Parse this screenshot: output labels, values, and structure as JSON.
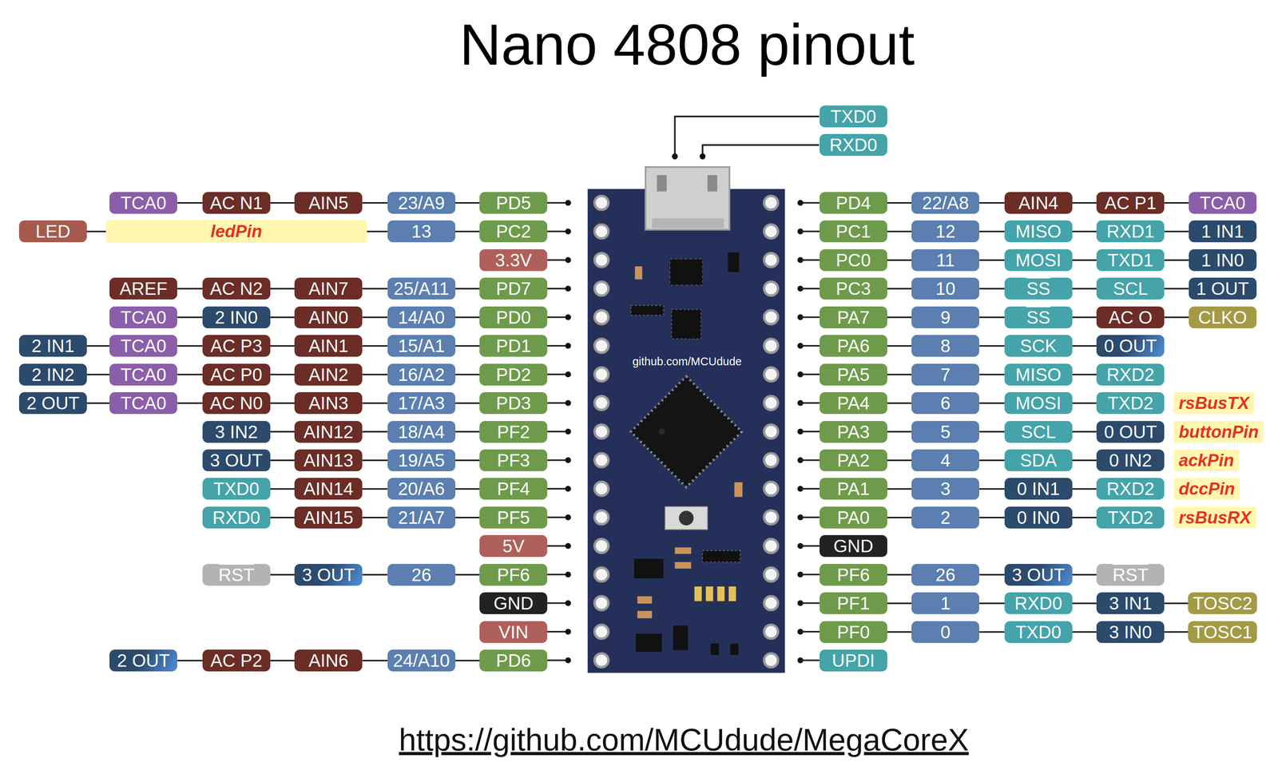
{
  "diagram": {
    "title": "Nano 4808 pinout",
    "caption": "https://github.com/MCUdude/MegaCoreX",
    "nodes": [
      {
        "text": [
          "TXD0"
        ]
      },
      {
        "text": [
          "RXD0"
        ]
      },
      {
        "text": [
          "TCA0"
        ]
      },
      {
        "text": [
          "AC N1"
        ]
      },
      {
        "text": [
          "AIN5"
        ]
      },
      {
        "text": [
          "23/A9"
        ]
      },
      {
        "text": [
          "PD5"
        ]
      },
      {
        "text": [
          "PD4"
        ]
      },
      {
        "text": [
          "22/A8"
        ]
      },
      {
        "text": [
          "AIN4"
        ]
      },
      {
        "text": [
          "AC P1"
        ]
      },
      {
        "text": [
          "TCA0"
        ]
      },
      {
        "text": [
          "LED"
        ]
      },
      {
        "text": [
          "ledPin"
        ]
      },
      {
        "text": [
          "13"
        ]
      },
      {
        "text": [
          "PC2"
        ]
      },
      {
        "text": [
          "PC1"
        ]
      },
      {
        "text": [
          "12"
        ]
      },
      {
        "text": [
          "MISO"
        ]
      },
      {
        "text": [
          "RXD1"
        ]
      },
      {
        "text": [
          "1 IN1"
        ]
      },
      {
        "text": [
          "3.3V"
        ]
      },
      {
        "text": [
          "PC0"
        ]
      },
      {
        "text": [
          "11"
        ]
      },
      {
        "text": [
          "MOSI"
        ]
      },
      {
        "text": [
          "TXD1"
        ]
      },
      {
        "text": [
          "1 IN0"
        ]
      },
      {
        "text": [
          "AREF"
        ]
      },
      {
        "text": [
          "AC N2"
        ]
      },
      {
        "text": [
          "AIN7"
        ]
      },
      {
        "text": [
          "25/A11"
        ]
      },
      {
        "text": [
          "PD7"
        ]
      },
      {
        "text": [
          "PC3"
        ]
      },
      {
        "text": [
          "10"
        ]
      },
      {
        "text": [
          "SS"
        ]
      },
      {
        "text": [
          "SCL"
        ]
      },
      {
        "text": [
          "1 OUT"
        ]
      },
      {
        "text": [
          "TCA0"
        ]
      },
      {
        "text": [
          "2 IN0"
        ]
      },
      {
        "text": [
          "AIN0"
        ]
      },
      {
        "text": [
          "14/A0"
        ]
      },
      {
        "text": [
          "PD0"
        ]
      },
      {
        "text": [
          "PA7"
        ]
      },
      {
        "text": [
          "9"
        ]
      },
      {
        "text": [
          "SS"
        ]
      },
      {
        "text": [
          "AC O"
        ]
      },
      {
        "text": [
          "CLKO"
        ]
      },
      {
        "text": [
          "2 IN1"
        ]
      },
      {
        "text": [
          "TCA0"
        ]
      },
      {
        "text": [
          "AC P3"
        ]
      },
      {
        "text": [
          "AIN1"
        ]
      },
      {
        "text": [
          "15/A1"
        ]
      },
      {
        "text": [
          "PD1"
        ]
      },
      {
        "text": [
          "PA6"
        ]
      },
      {
        "text": [
          "8"
        ]
      },
      {
        "text": [
          "SCK"
        ]
      },
      {
        "text": [
          "0 OUT"
        ]
      },
      {
        "text": [
          "2 IN2"
        ]
      },
      {
        "text": [
          "TCA0"
        ]
      },
      {
        "text": [
          "AC P0"
        ]
      },
      {
        "text": [
          "AIN2"
        ]
      },
      {
        "text": [
          "16/A2"
        ]
      },
      {
        "text": [
          "PD2"
        ]
      },
      {
        "text": [
          "PA5"
        ]
      },
      {
        "text": [
          "7"
        ]
      },
      {
        "text": [
          "MISO"
        ]
      },
      {
        "text": [
          "RXD2"
        ]
      },
      {
        "text": [
          "2 OUT"
        ]
      },
      {
        "text": [
          "TCA0"
        ]
      },
      {
        "text": [
          "AC N0"
        ]
      },
      {
        "text": [
          "AIN3"
        ]
      },
      {
        "text": [
          "17/A3"
        ]
      },
      {
        "text": [
          "PD3"
        ]
      },
      {
        "text": [
          "PA4"
        ]
      },
      {
        "text": [
          "6"
        ]
      },
      {
        "text": [
          "MOSI"
        ]
      },
      {
        "text": [
          "TXD2"
        ]
      },
      {
        "text": [
          "rsBusTX"
        ]
      },
      {
        "text": [
          "3 IN2"
        ]
      },
      {
        "text": [
          "AIN12"
        ]
      },
      {
        "text": [
          "18/A4"
        ]
      },
      {
        "text": [
          "PF2"
        ]
      },
      {
        "text": [
          "PA3"
        ]
      },
      {
        "text": [
          "5"
        ]
      },
      {
        "text": [
          "SCL"
        ]
      },
      {
        "text": [
          "0 OUT"
        ]
      },
      {
        "text": [
          "buttonPin"
        ]
      },
      {
        "text": [
          "3 OUT"
        ]
      },
      {
        "text": [
          "AIN13"
        ]
      },
      {
        "text": [
          "19/A5"
        ]
      },
      {
        "text": [
          "PF3"
        ]
      },
      {
        "text": [
          "PA2"
        ]
      },
      {
        "text": [
          "4"
        ]
      },
      {
        "text": [
          "SDA"
        ]
      },
      {
        "text": [
          "0 IN2"
        ]
      },
      {
        "text": [
          "ackPin"
        ]
      },
      {
        "text": [
          "TXD0"
        ]
      },
      {
        "text": [
          "AIN14"
        ]
      },
      {
        "text": [
          "20/A6"
        ]
      },
      {
        "text": [
          "PF4"
        ]
      },
      {
        "text": [
          "PA1"
        ]
      },
      {
        "text": [
          "3"
        ]
      },
      {
        "text": [
          "0 IN1"
        ]
      },
      {
        "text": [
          "RXD2"
        ]
      },
      {
        "text": [
          "dccPin"
        ]
      },
      {
        "text": [
          "RXD0"
        ]
      },
      {
        "text": [
          "AIN15"
        ]
      },
      {
        "text": [
          "21/A7"
        ]
      },
      {
        "text": [
          "PF5"
        ]
      },
      {
        "text": [
          "PA0"
        ]
      },
      {
        "text": [
          "2"
        ]
      },
      {
        "text": [
          "0 IN0"
        ]
      },
      {
        "text": [
          "TXD2"
        ]
      },
      {
        "text": [
          "rsBusRX"
        ]
      },
      {
        "text": [
          "5V"
        ]
      },
      {
        "text": [
          "GND"
        ]
      },
      {
        "text": [
          "RST"
        ]
      },
      {
        "text": [
          "3 OUT"
        ]
      },
      {
        "text": [
          "26"
        ]
      },
      {
        "text": [
          "PF6"
        ]
      },
      {
        "text": [
          "PF6"
        ]
      },
      {
        "text": [
          "26"
        ]
      },
      {
        "text": [
          "3 OUT"
        ]
      },
      {
        "text": [
          "RST"
        ]
      },
      {
        "text": [
          "GND"
        ]
      },
      {
        "text": [
          "PF1"
        ]
      },
      {
        "text": [
          "1"
        ]
      },
      {
        "text": [
          "RXD0"
        ]
      },
      {
        "text": [
          "3 IN1"
        ]
      },
      {
        "text": [
          "TOSC2"
        ]
      },
      {
        "text": [
          "VIN"
        ]
      },
      {
        "text": [
          "PF0"
        ]
      },
      {
        "text": [
          "0"
        ]
      },
      {
        "text": [
          "TXD0"
        ]
      },
      {
        "text": [
          "3 IN0"
        ]
      },
      {
        "text": [
          "TOSC1"
        ]
      },
      {
        "text": [
          "2 OUT"
        ]
      },
      {
        "text": [
          "AC P2"
        ]
      },
      {
        "text": [
          "AIN6"
        ]
      },
      {
        "text": [
          "24/A10"
        ]
      },
      {
        "text": [
          "PD6"
        ]
      },
      {
        "text": [
          "UPDI"
        ]
      }
    ],
    "edges": [
      {
        "from": 2,
        "to": 3,
        "arrow": "none"
      },
      {
        "from": 3,
        "to": 4,
        "arrow": "none"
      },
      {
        "from": 4,
        "to": 5,
        "arrow": "none"
      },
      {
        "from": 5,
        "to": 6,
        "arrow": "none"
      },
      {
        "from": 7,
        "to": 8,
        "arrow": "none"
      },
      {
        "from": 8,
        "to": 9,
        "arrow": "none"
      },
      {
        "from": 9,
        "to": 10,
        "arrow": "none"
      },
      {
        "from": 10,
        "to": 11,
        "arrow": "none"
      },
      {
        "from": 12,
        "to": 13,
        "arrow": "none"
      },
      {
        "from": 13,
        "to": 14,
        "arrow": "none"
      },
      {
        "from": 14,
        "to": 15,
        "arrow": "none"
      },
      {
        "from": 16,
        "to": 17,
        "arrow": "none"
      },
      {
        "from": 17,
        "to": 18,
        "arrow": "none"
      },
      {
        "from": 18,
        "to": 19,
        "arrow": "none"
      },
      {
        "from": 19,
        "to": 20,
        "arrow": "none"
      },
      {
        "from": 22,
        "to": 23,
        "arrow": "none"
      },
      {
        "from": 23,
        "to": 24,
        "arrow": "none"
      },
      {
        "from": 24,
        "to": 25,
        "arrow": "none"
      },
      {
        "from": 25,
        "to": 26,
        "arrow": "none"
      },
      {
        "from": 27,
        "to": 28,
        "arrow": "none"
      },
      {
        "from": 28,
        "to": 29,
        "arrow": "none"
      },
      {
        "from": 29,
        "to": 30,
        "arrow": "none"
      },
      {
        "from": 30,
        "to": 31,
        "arrow": "none"
      },
      {
        "from": 32,
        "to": 33,
        "arrow": "none"
      },
      {
        "from": 33,
        "to": 34,
        "arrow": "none"
      },
      {
        "from": 34,
        "to": 35,
        "arrow": "none"
      },
      {
        "from": 35,
        "to": 36,
        "arrow": "none"
      },
      {
        "from": 37,
        "to": 38,
        "arrow": "none"
      },
      {
        "from": 38,
        "to": 39,
        "arrow": "none"
      },
      {
        "from": 39,
        "to": 40,
        "arrow": "none"
      },
      {
        "from": 40,
        "to": 41,
        "arrow": "none"
      },
      {
        "from": 42,
        "to": 43,
        "arrow": "none"
      },
      {
        "from": 43,
        "to": 44,
        "arrow": "none"
      },
      {
        "from": 44,
        "to": 45,
        "arrow": "none"
      },
      {
        "from": 45,
        "to": 46,
        "arrow": "none"
      },
      {
        "from": 47,
        "to": 48,
        "arrow": "none"
      },
      {
        "from": 48,
        "to": 49,
        "arrow": "none"
      },
      {
        "from": 49,
        "to": 50,
        "arrow": "none"
      },
      {
        "from": 50,
        "to": 51,
        "arrow": "none"
      },
      {
        "from": 51,
        "to": 52,
        "arrow": "none"
      },
      {
        "from": 53,
        "to": 54,
        "arrow": "none"
      },
      {
        "from": 54,
        "to": 55,
        "arrow": "none"
      },
      {
        "from": 55,
        "to": 56,
        "arrow": "none"
      },
      {
        "from": 57,
        "to": 58,
        "arrow": "none"
      },
      {
        "from": 58,
        "to": 59,
        "arrow": "none"
      },
      {
        "from": 59,
        "to": 60,
        "arrow": "none"
      },
      {
        "from": 60,
        "to": 61,
        "arrow": "none"
      },
      {
        "from": 61,
        "to": 62,
        "arrow": "none"
      },
      {
        "from": 63,
        "to": 64,
        "arrow": "none"
      },
      {
        "from": 64,
        "to": 65,
        "arrow": "none"
      },
      {
        "from": 65,
        "to": 66,
        "arrow": "none"
      },
      {
        "from": 67,
        "to": 68,
        "arrow": "none"
      },
      {
        "from": 68,
        "to": 69,
        "arrow": "none"
      },
      {
        "from": 69,
        "to": 70,
        "arrow": "none"
      },
      {
        "from": 70,
        "to": 71,
        "arrow": "none"
      },
      {
        "from": 71,
        "to": 72,
        "arrow": "none"
      },
      {
        "from": 73,
        "to": 74,
        "arrow": "none"
      },
      {
        "from": 74,
        "to": 75,
        "arrow": "none"
      },
      {
        "from": 75,
        "to": 76,
        "arrow": "none"
      },
      {
        "from": 78,
        "to": 79,
        "arrow": "none"
      },
      {
        "from": 79,
        "to": 80,
        "arrow": "none"
      },
      {
        "from": 80,
        "to": 81,
        "arrow": "none"
      },
      {
        "from": 82,
        "to": 83,
        "arrow": "none"
      },
      {
        "from": 83,
        "to": 84,
        "arrow": "none"
      },
      {
        "from": 84,
        "to": 85,
        "arrow": "none"
      },
      {
        "from": 87,
        "to": 88,
        "arrow": "none"
      },
      {
        "from": 88,
        "to": 89,
        "arrow": "none"
      },
      {
        "from": 89,
        "to": 90,
        "arrow": "none"
      },
      {
        "from": 91,
        "to": 92,
        "arrow": "none"
      },
      {
        "from": 92,
        "to": 93,
        "arrow": "none"
      },
      {
        "from": 93,
        "to": 94,
        "arrow": "none"
      },
      {
        "from": 96,
        "to": 97,
        "arrow": "none"
      },
      {
        "from": 97,
        "to": 98,
        "arrow": "none"
      },
      {
        "from": 98,
        "to": 99,
        "arrow": "none"
      },
      {
        "from": 100,
        "to": 101,
        "arrow": "none"
      },
      {
        "from": 101,
        "to": 102,
        "arrow": "none"
      },
      {
        "from": 102,
        "to": 103,
        "arrow": "none"
      },
      {
        "from": 105,
        "to": 106,
        "arrow": "none"
      },
      {
        "from": 106,
        "to": 107,
        "arrow": "none"
      },
      {
        "from": 107,
        "to": 108,
        "arrow": "none"
      },
      {
        "from": 109,
        "to": 110,
        "arrow": "none"
      },
      {
        "from": 110,
        "to": 111,
        "arrow": "none"
      },
      {
        "from": 111,
        "to": 112,
        "arrow": "none"
      },
      {
        "from": 116,
        "to": 117,
        "arrow": "none"
      },
      {
        "from": 117,
        "to": 118,
        "arrow": "none"
      },
      {
        "from": 118,
        "to": 119,
        "arrow": "none"
      },
      {
        "from": 120,
        "to": 121,
        "arrow": "none"
      },
      {
        "from": 121,
        "to": 122,
        "arrow": "none"
      },
      {
        "from": 122,
        "to": 123,
        "arrow": "none"
      },
      {
        "from": 125,
        "to": 126,
        "arrow": "none"
      },
      {
        "from": 126,
        "to": 127,
        "arrow": "none"
      },
      {
        "from": 127,
        "to": 128,
        "arrow": "none"
      },
      {
        "from": 128,
        "to": 129,
        "arrow": "none"
      },
      {
        "from": 131,
        "to": 132,
        "arrow": "none"
      },
      {
        "from": 132,
        "to": 133,
        "arrow": "none"
      },
      {
        "from": 133,
        "to": 134,
        "arrow": "none"
      },
      {
        "from": 134,
        "to": 135,
        "arrow": "none"
      },
      {
        "from": 136,
        "to": 137,
        "arrow": "none"
      },
      {
        "from": 137,
        "to": 138,
        "arrow": "none"
      },
      {
        "from": 138,
        "to": 139,
        "arrow": "none"
      },
      {
        "from": 139,
        "to": 140,
        "arrow": "none"
      }
    ],
    "labels": [
      "github.com/MCUdude"
    ]
  }
}
